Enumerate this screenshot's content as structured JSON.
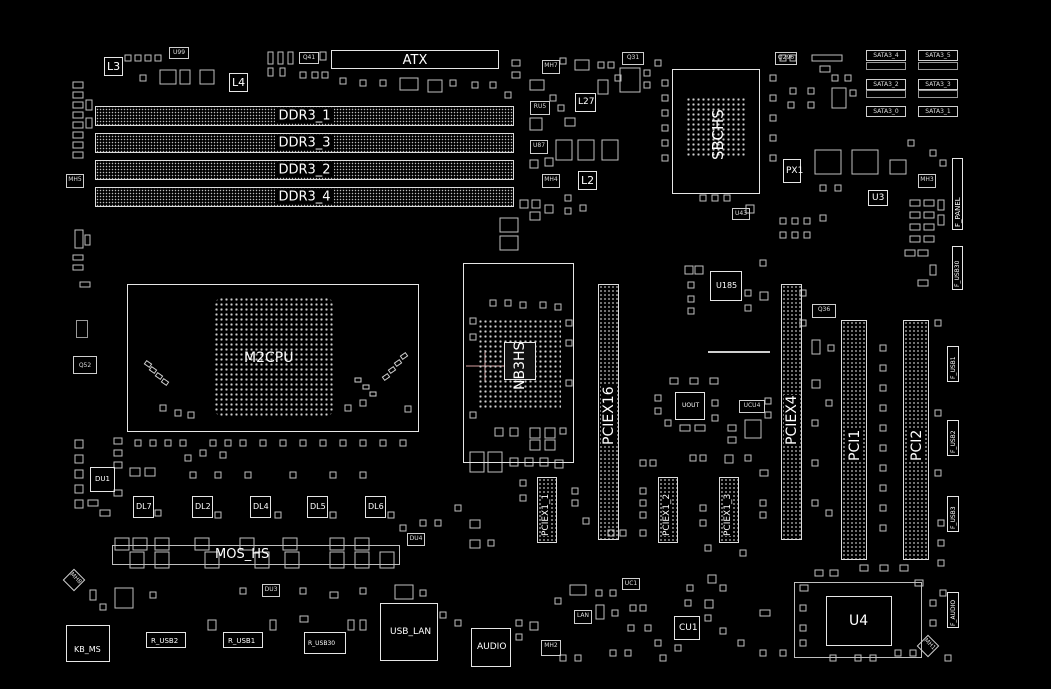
{
  "power": {
    "atx": "ATX"
  },
  "memory": {
    "slots": [
      "DDR3_1",
      "DDR3_3",
      "DDR3_2",
      "DDR3_4"
    ]
  },
  "cpu": {
    "label": "M2CPU"
  },
  "chipsets": {
    "north": "NB3HS",
    "south": "SBCHS"
  },
  "expansion": {
    "pciex16": "PCIEX16",
    "pciex4": "PCIEX4",
    "pci1": "PCI1",
    "pci2": "PCI2",
    "pciex1_1": "PCIEX1_1",
    "pciex1_2": "PCIEX1_2",
    "pciex1_3": "PCIEX1_3"
  },
  "vrm": {
    "mos": "MOS_HS",
    "chokes": [
      "DL7",
      "DL2",
      "DL4",
      "DL5",
      "DL6"
    ],
    "du1": "DU1",
    "du4": "DU4",
    "du3": "DU3"
  },
  "inductors": {
    "l3": "L3",
    "l4": "L4",
    "l27": "L27",
    "l2": "L2"
  },
  "chips": {
    "u4": "U4",
    "u185": "U185",
    "uout": "UOUT",
    "ucu4": "UCU4",
    "cu1": "CU1",
    "q36": "Q36",
    "px1": "PX1",
    "u3": "U3",
    "u43": "U43",
    "q31": "Q31",
    "q52": "Q52",
    "u99": "U99",
    "cu1b": "UC1",
    "lan": "LAN",
    "q41": "Q41",
    "q296": "Q296",
    "ru5": "RU5",
    "u87": "U87",
    "mh7": "MH7",
    "mh5": "MH5",
    "mh3": "MH3",
    "mh4": "MH4",
    "mh2": "MH2",
    "mh1": "MH1",
    "mh8": "MH8"
  },
  "sata": [
    "SATA3_4",
    "SATA3_5",
    "SATA3_2",
    "SATA3_3",
    "SATA3_0",
    "SATA3_1"
  ],
  "headers": {
    "f_panel": "F_PANEL",
    "f_usb30": "F_USB30",
    "f_usb1": "F_USB1",
    "f_usb2": "F_USB2",
    "f_usb3": "F_USB3",
    "f_audio": "F_AUDIO"
  },
  "rear_io": {
    "kb_ms": "KB_MS",
    "r_usb2": "R_USB2",
    "r_usb1": "R_USB1",
    "r_usb30": "R_USB30",
    "usb_lan": "USB_LAN",
    "audio": "AUDIO"
  }
}
